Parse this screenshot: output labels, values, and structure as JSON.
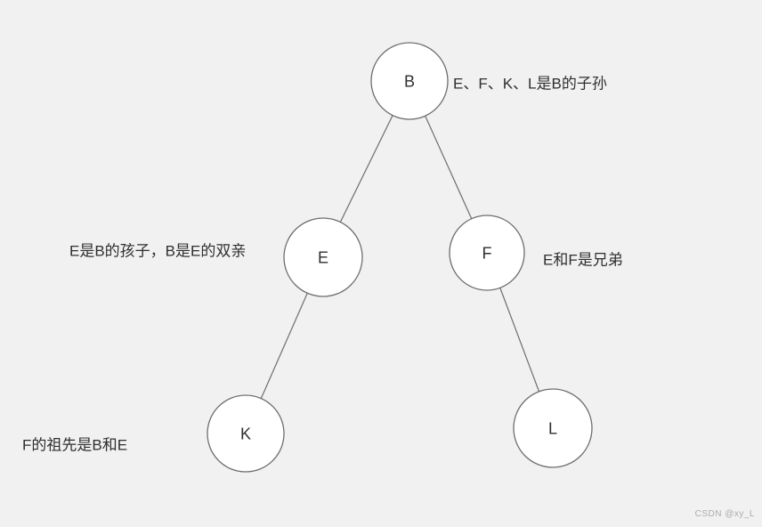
{
  "diagram": {
    "type": "tree",
    "nodes": [
      {
        "id": "B",
        "label": "B"
      },
      {
        "id": "E",
        "label": "E"
      },
      {
        "id": "F",
        "label": "F"
      },
      {
        "id": "K",
        "label": "K"
      },
      {
        "id": "L",
        "label": "L"
      }
    ],
    "edges": [
      {
        "from": "B",
        "to": "E"
      },
      {
        "from": "B",
        "to": "F"
      },
      {
        "from": "E",
        "to": "K"
      },
      {
        "from": "F",
        "to": "L"
      }
    ],
    "annotations": [
      {
        "id": "descendants",
        "text": "E、F、K、L是B的子孙"
      },
      {
        "id": "child-parent",
        "text": "E是B的孩子，B是E的双亲"
      },
      {
        "id": "siblings",
        "text": "E和F是兄弟"
      },
      {
        "id": "ancestors",
        "text": "F的祖先是B和E"
      }
    ]
  },
  "watermark": {
    "text": "CSDN @xy_L"
  },
  "colors": {
    "background": "#f1f1f1",
    "node_fill": "#ffffff",
    "node_stroke": "#6e6e6e",
    "edge": "#6e6e6e",
    "text": "#2f2f2f",
    "watermark": "#ababab"
  }
}
